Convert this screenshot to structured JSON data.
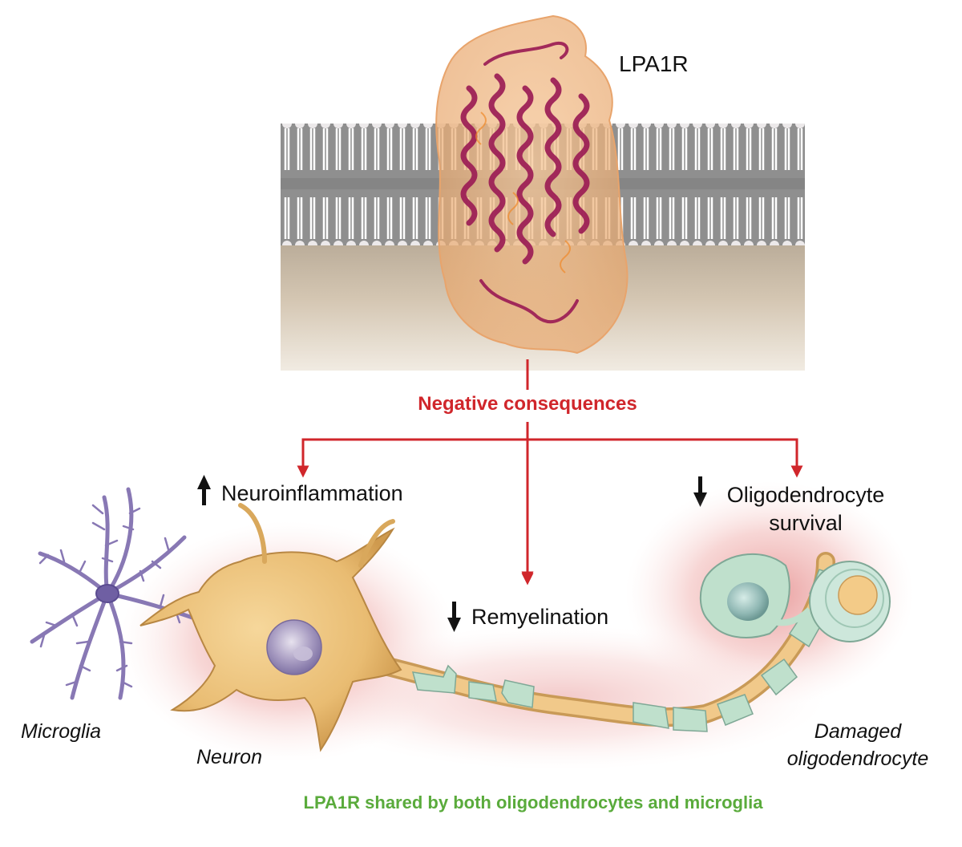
{
  "labels": {
    "receptor": "LPA1R",
    "negative_consequences": "Negative consequences",
    "neuroinflammation": "Neuroinflammation",
    "oligodendrocyte_survival": "Oligodendrocyte survival",
    "remyelination": "Remyelination",
    "microglia": "Microglia",
    "neuron": "Neuron",
    "damaged_oligodendrocyte": "Damaged oligodendrocyte",
    "shared_note": "LPA1R shared by both oligodendrocytes and microglia"
  },
  "effects": [
    {
      "name": "neuroinflammation",
      "direction": "up"
    },
    {
      "name": "remyelination",
      "direction": "down"
    },
    {
      "name": "oligodendrocyte-survival",
      "direction": "down"
    }
  ],
  "colors": {
    "arrow_red": "#d0262b",
    "note_green": "#5aab3c",
    "membrane_gray": "#8e8e8e",
    "cytoplasm_tan": "#d9cbb6",
    "protein_magenta": "#9c1d55",
    "neuron_orange": "#ecc47e",
    "myelin_teal": "#bfe0cc",
    "microglia_purple": "#8878b4",
    "glow_pink": "#e89a9a"
  }
}
